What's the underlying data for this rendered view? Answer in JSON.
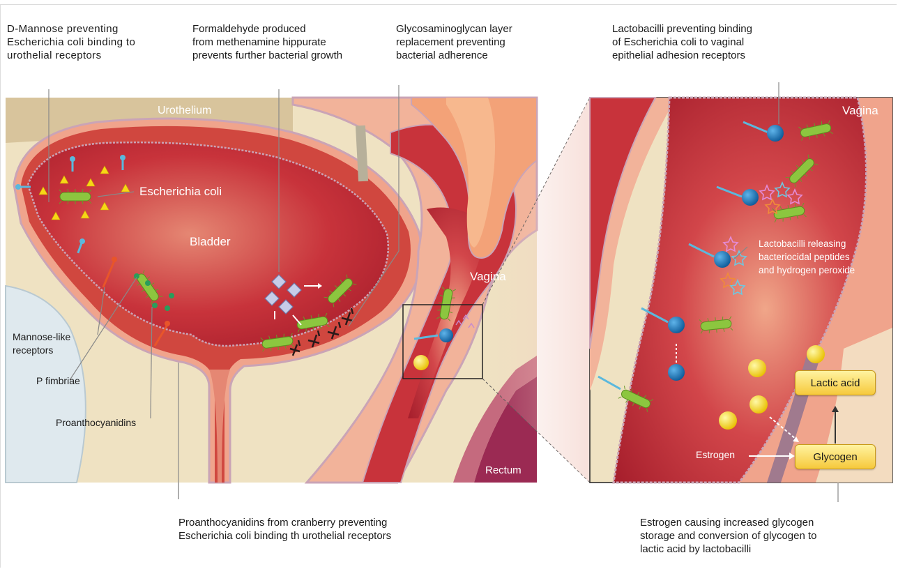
{
  "captions": {
    "d_mannose": "D-Mannose preventing\nEscherichia coli binding to\nurothelial receptors",
    "formaldehyde": "Formaldehyde produced\nfrom methenamine hippurate\nprevents further bacterial growth",
    "glycosaminoglycan": "Glycosaminoglycan layer\nreplacement preventing\nbacterial adherence",
    "lactobacilli_binding": "Lactobacilli preventing binding\nof Escherichia coli to vaginal\nepithelial adhesion receptors",
    "proanthocyanidins_cranberry": "Proanthocyanidins from cranberry preventing\nEscherichia coli binding th urothelial receptors",
    "estrogen_glycogen": "Estrogen causing increased glycogen\nstorage and conversion of glycogen to\nlactic acid by lactobacilli"
  },
  "labels": {
    "urothelium": "Urothelium",
    "escherichia_coli": "Escherichia coli",
    "bladder": "Bladder",
    "vagina_left": "Vagina",
    "rectum": "Rectum",
    "mannose_like_receptors": "Mannose-like\nreceptors",
    "p_fimbriae": "P fimbriae",
    "proanthocyanidins": "Proanthocyanidins",
    "vagina_right": "Vagina",
    "lactobacilli_releasing": "Lactobacilli releasing\nbacteriocidal peptides\nand hydrogen peroxide",
    "estrogen": "Estrogen",
    "lactic_acid": "Lactic acid",
    "glycogen": "Glycogen"
  },
  "colors": {
    "tissue_red": "#b3232e",
    "tissue_light": "#e9967f",
    "lumen": "#c8333b",
    "background_beige": "#efe2c2",
    "bone_blue": "#dfe9ee",
    "ecoli_green": "#8cc63f",
    "lactobacillus_blue": "#1a75bb",
    "estrogen_yellow": "#f7d716",
    "receptor_blue": "#5bb8dd",
    "proanthocyanidin_orange": "#e8552a"
  }
}
